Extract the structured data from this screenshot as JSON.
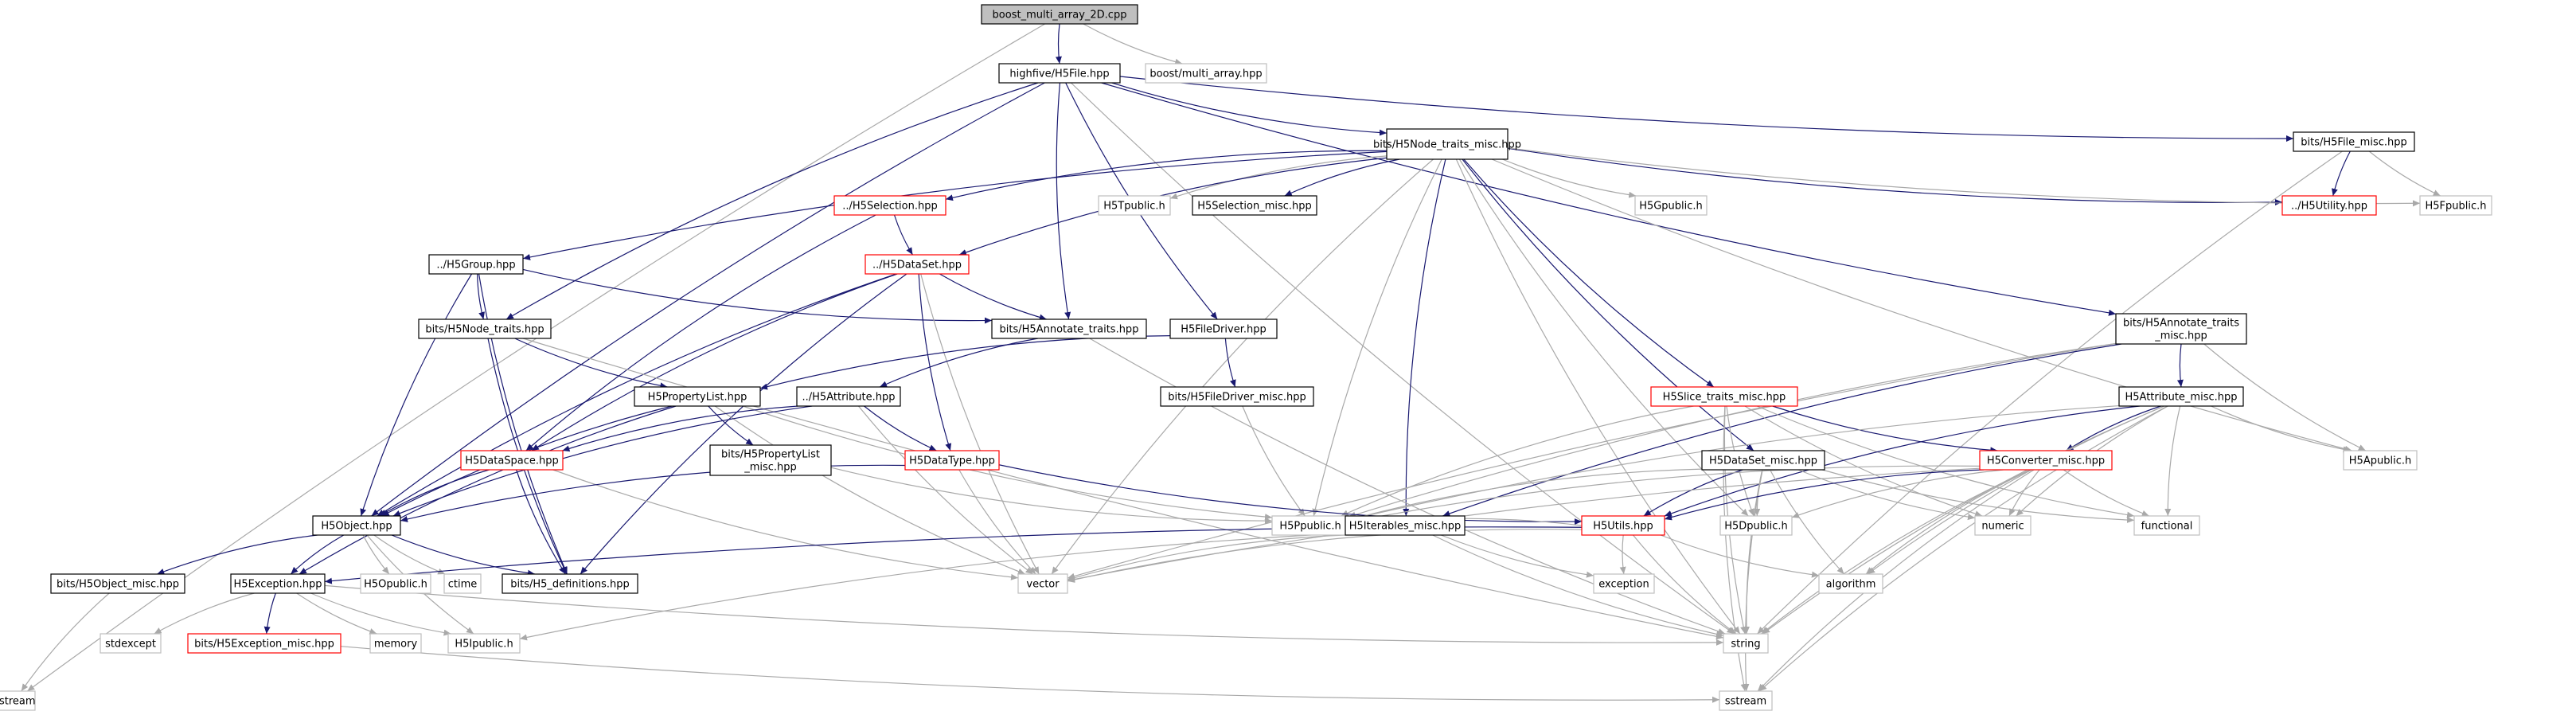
{
  "colors": {
    "local_edge": "#191970",
    "system_edge": "#a9a9a9",
    "node_fill": "#ffffff",
    "root_fill": "#bfbfbf",
    "border_normal": "#000000",
    "border_truncated": "#ff0000",
    "border_system": "#bfbfbf",
    "text": "#000000"
  },
  "nodes": [
    {
      "id": "root",
      "label": "boost_multi_array_2D.cpp",
      "kind": "root"
    },
    {
      "id": "h5file",
      "label": "highfive/H5File.hpp",
      "kind": "normal"
    },
    {
      "id": "boostma",
      "label": "boost/multi_array.hpp",
      "kind": "system"
    },
    {
      "id": "iostream",
      "label": "iostream",
      "kind": "system"
    },
    {
      "id": "nodetraitsmisc",
      "label": "bits/H5Node_traits_misc.hpp",
      "kind": "normal"
    },
    {
      "id": "h5filemisc",
      "label": "bits/H5File_misc.hpp",
      "kind": "normal"
    },
    {
      "id": "h5selection",
      "label": "../H5Selection.hpp",
      "kind": "truncated"
    },
    {
      "id": "h5tpublic",
      "label": "H5Tpublic.h",
      "kind": "system"
    },
    {
      "id": "h5selmisc",
      "label": "H5Selection_misc.hpp",
      "kind": "normal"
    },
    {
      "id": "h5gpublic",
      "label": "H5Gpublic.h",
      "kind": "system"
    },
    {
      "id": "h5utility",
      "label": "../H5Utility.hpp",
      "kind": "truncated"
    },
    {
      "id": "h5fpublic",
      "label": "H5Fpublic.h",
      "kind": "system"
    },
    {
      "id": "h5group",
      "label": "../H5Group.hpp",
      "kind": "normal"
    },
    {
      "id": "h5dataset",
      "label": "../H5DataSet.hpp",
      "kind": "truncated"
    },
    {
      "id": "nodetraits",
      "label": "bits/H5Node_traits.hpp",
      "kind": "normal"
    },
    {
      "id": "annotatetraits",
      "label": "bits/H5Annotate_traits.hpp",
      "kind": "normal"
    },
    {
      "id": "filedriver",
      "label": "H5FileDriver.hpp",
      "kind": "normal"
    },
    {
      "id": "annotatemisc",
      "label": "bits/H5Annotate_traits\n_misc.hpp",
      "kind": "normal"
    },
    {
      "id": "proplist",
      "label": "H5PropertyList.hpp",
      "kind": "normal"
    },
    {
      "id": "h5attribute",
      "label": "../H5Attribute.hpp",
      "kind": "normal"
    },
    {
      "id": "filedrivermisc",
      "label": "bits/H5FileDriver_misc.hpp",
      "kind": "normal"
    },
    {
      "id": "slicetraits",
      "label": "H5Slice_traits_misc.hpp",
      "kind": "truncated"
    },
    {
      "id": "attrmisc",
      "label": "H5Attribute_misc.hpp",
      "kind": "normal"
    },
    {
      "id": "dataspace",
      "label": "H5DataSpace.hpp",
      "kind": "truncated"
    },
    {
      "id": "proplistmisc",
      "label": "bits/H5PropertyList\n_misc.hpp",
      "kind": "normal"
    },
    {
      "id": "datatype",
      "label": "H5DataType.hpp",
      "kind": "truncated"
    },
    {
      "id": "datasetmisc",
      "label": "H5DataSet_misc.hpp",
      "kind": "normal"
    },
    {
      "id": "convertermisc",
      "label": "H5Converter_misc.hpp",
      "kind": "truncated"
    },
    {
      "id": "h5apublic",
      "label": "H5Apublic.h",
      "kind": "system"
    },
    {
      "id": "h5object",
      "label": "H5Object.hpp",
      "kind": "normal"
    },
    {
      "id": "h5ppublic",
      "label": "H5Ppublic.h",
      "kind": "system"
    },
    {
      "id": "iterablesmisc",
      "label": "H5Iterables_misc.hpp",
      "kind": "normal"
    },
    {
      "id": "h5utils",
      "label": "H5Utils.hpp",
      "kind": "truncated"
    },
    {
      "id": "h5dpublic",
      "label": "H5Dpublic.h",
      "kind": "system"
    },
    {
      "id": "numeric",
      "label": "numeric",
      "kind": "system"
    },
    {
      "id": "functional",
      "label": "functional",
      "kind": "system"
    },
    {
      "id": "objmisc",
      "label": "bits/H5Object_misc.hpp",
      "kind": "normal"
    },
    {
      "id": "h5exception",
      "label": "H5Exception.hpp",
      "kind": "normal"
    },
    {
      "id": "h5opublic",
      "label": "H5Opublic.h",
      "kind": "system"
    },
    {
      "id": "ctime",
      "label": "ctime",
      "kind": "system"
    },
    {
      "id": "h5defs",
      "label": "bits/H5_definitions.hpp",
      "kind": "normal"
    },
    {
      "id": "vector",
      "label": "vector",
      "kind": "system"
    },
    {
      "id": "exception",
      "label": "exception",
      "kind": "system"
    },
    {
      "id": "algorithm",
      "label": "algorithm",
      "kind": "system"
    },
    {
      "id": "stdexcept",
      "label": "stdexcept",
      "kind": "system"
    },
    {
      "id": "memory",
      "label": "memory",
      "kind": "system"
    },
    {
      "id": "h5ipublic",
      "label": "H5Ipublic.h",
      "kind": "system"
    },
    {
      "id": "excmisc",
      "label": "bits/H5Exception_misc.hpp",
      "kind": "truncated"
    },
    {
      "id": "string",
      "label": "string",
      "kind": "system"
    },
    {
      "id": "sstream",
      "label": "sstream",
      "kind": "system"
    }
  ],
  "edges": [
    [
      "root",
      "h5file"
    ],
    [
      "root",
      "boostma"
    ],
    [
      "root",
      "iostream"
    ],
    [
      "h5file",
      "nodetraitsmisc"
    ],
    [
      "h5file",
      "h5filemisc"
    ],
    [
      "h5file",
      "nodetraits"
    ],
    [
      "h5file",
      "annotatetraits"
    ],
    [
      "h5file",
      "filedriver"
    ],
    [
      "h5file",
      "h5object"
    ],
    [
      "h5file",
      "annotatemisc"
    ],
    [
      "h5file",
      "string"
    ],
    [
      "nodetraitsmisc",
      "h5selection"
    ],
    [
      "nodetraitsmisc",
      "h5tpublic"
    ],
    [
      "nodetraitsmisc",
      "h5selmisc"
    ],
    [
      "nodetraitsmisc",
      "h5gpublic"
    ],
    [
      "nodetraitsmisc",
      "h5utility"
    ],
    [
      "nodetraitsmisc",
      "h5fpublic"
    ],
    [
      "nodetraitsmisc",
      "h5group"
    ],
    [
      "nodetraitsmisc",
      "h5dataset"
    ],
    [
      "nodetraitsmisc",
      "slicetraits"
    ],
    [
      "nodetraitsmisc",
      "datasetmisc"
    ],
    [
      "nodetraitsmisc",
      "h5apublic"
    ],
    [
      "nodetraitsmisc",
      "h5ppublic"
    ],
    [
      "nodetraitsmisc",
      "iterablesmisc"
    ],
    [
      "nodetraitsmisc",
      "h5dpublic"
    ],
    [
      "nodetraitsmisc",
      "vector"
    ],
    [
      "nodetraitsmisc",
      "string"
    ],
    [
      "h5filemisc",
      "h5utility"
    ],
    [
      "h5filemisc",
      "h5fpublic"
    ],
    [
      "h5filemisc",
      "string"
    ],
    [
      "h5selection",
      "h5dataset"
    ],
    [
      "h5selection",
      "dataspace"
    ],
    [
      "h5group",
      "nodetraits"
    ],
    [
      "h5group",
      "annotatetraits"
    ],
    [
      "h5group",
      "h5object"
    ],
    [
      "h5group",
      "h5defs"
    ],
    [
      "h5dataset",
      "annotatetraits"
    ],
    [
      "h5dataset",
      "dataspace"
    ],
    [
      "h5dataset",
      "datatype"
    ],
    [
      "h5dataset",
      "h5object"
    ],
    [
      "h5dataset",
      "vector"
    ],
    [
      "h5dataset",
      "h5defs"
    ],
    [
      "nodetraits",
      "proplist"
    ],
    [
      "nodetraits",
      "h5defs"
    ],
    [
      "nodetraits",
      "string"
    ],
    [
      "annotatetraits",
      "h5attribute"
    ],
    [
      "annotatetraits",
      "string"
    ],
    [
      "filedriver",
      "filedrivermisc"
    ],
    [
      "filedriver",
      "proplist"
    ],
    [
      "filedrivermisc",
      "h5ppublic"
    ],
    [
      "annotatemisc",
      "attrmisc"
    ],
    [
      "annotatemisc",
      "iterablesmisc"
    ],
    [
      "annotatemisc",
      "h5apublic"
    ],
    [
      "annotatemisc",
      "h5ppublic"
    ],
    [
      "annotatemisc",
      "vector"
    ],
    [
      "proplist",
      "proplistmisc"
    ],
    [
      "proplist",
      "h5object"
    ],
    [
      "proplist",
      "h5exception"
    ],
    [
      "proplist",
      "h5ppublic"
    ],
    [
      "proplist",
      "vector"
    ],
    [
      "proplistmisc",
      "h5ppublic"
    ],
    [
      "h5attribute",
      "dataspace"
    ],
    [
      "h5attribute",
      "datatype"
    ],
    [
      "h5attribute",
      "h5object"
    ],
    [
      "h5attribute",
      "vector"
    ],
    [
      "slicetraits",
      "convertermisc"
    ],
    [
      "slicetraits",
      "h5ppublic"
    ],
    [
      "slicetraits",
      "h5dpublic"
    ],
    [
      "slicetraits",
      "numeric"
    ],
    [
      "slicetraits",
      "functional"
    ],
    [
      "slicetraits",
      "string"
    ],
    [
      "slicetraits",
      "sstream"
    ],
    [
      "attrmisc",
      "convertermisc"
    ],
    [
      "attrmisc",
      "h5utils"
    ],
    [
      "attrmisc",
      "h5apublic"
    ],
    [
      "attrmisc",
      "h5ppublic"
    ],
    [
      "attrmisc",
      "numeric"
    ],
    [
      "attrmisc",
      "functional"
    ],
    [
      "attrmisc",
      "algorithm"
    ],
    [
      "attrmisc",
      "string"
    ],
    [
      "attrmisc",
      "sstream"
    ],
    [
      "dataspace",
      "h5object"
    ],
    [
      "dataspace",
      "vector"
    ],
    [
      "dataspace",
      "h5defs"
    ],
    [
      "datatype",
      "h5object"
    ],
    [
      "datatype",
      "h5utils"
    ],
    [
      "datatype",
      "vector"
    ],
    [
      "datasetmisc",
      "h5utils"
    ],
    [
      "datasetmisc",
      "h5dpublic"
    ],
    [
      "datasetmisc",
      "h5ppublic"
    ],
    [
      "datasetmisc",
      "algorithm"
    ],
    [
      "datasetmisc",
      "functional"
    ],
    [
      "datasetmisc",
      "numeric"
    ],
    [
      "datasetmisc",
      "string"
    ],
    [
      "datasetmisc",
      "sstream"
    ],
    [
      "convertermisc",
      "h5utils"
    ],
    [
      "convertermisc",
      "h5dpublic"
    ],
    [
      "convertermisc",
      "h5ppublic"
    ],
    [
      "convertermisc",
      "numeric"
    ],
    [
      "convertermisc",
      "functional"
    ],
    [
      "convertermisc",
      "algorithm"
    ],
    [
      "convertermisc",
      "string"
    ],
    [
      "convertermisc",
      "sstream"
    ],
    [
      "convertermisc",
      "vector"
    ],
    [
      "h5object",
      "objmisc"
    ],
    [
      "h5object",
      "h5exception"
    ],
    [
      "h5object",
      "h5opublic"
    ],
    [
      "h5object",
      "ctime"
    ],
    [
      "h5object",
      "h5defs"
    ],
    [
      "h5object",
      "h5ipublic"
    ],
    [
      "iterablesmisc",
      "vector"
    ],
    [
      "iterablesmisc",
      "exception"
    ],
    [
      "iterablesmisc",
      "h5ipublic"
    ],
    [
      "iterablesmisc",
      "string"
    ],
    [
      "h5utils",
      "h5exception"
    ],
    [
      "h5utils",
      "vector"
    ],
    [
      "h5utils",
      "exception"
    ],
    [
      "h5utils",
      "algorithm"
    ],
    [
      "h5utils",
      "string"
    ],
    [
      "h5utils",
      "h5ppublic"
    ],
    [
      "objmisc",
      "iostream"
    ],
    [
      "h5exception",
      "stdexcept"
    ],
    [
      "h5exception",
      "memory"
    ],
    [
      "h5exception",
      "h5ipublic"
    ],
    [
      "h5exception",
      "excmisc"
    ],
    [
      "h5exception",
      "string"
    ],
    [
      "excmisc",
      "sstream"
    ]
  ]
}
